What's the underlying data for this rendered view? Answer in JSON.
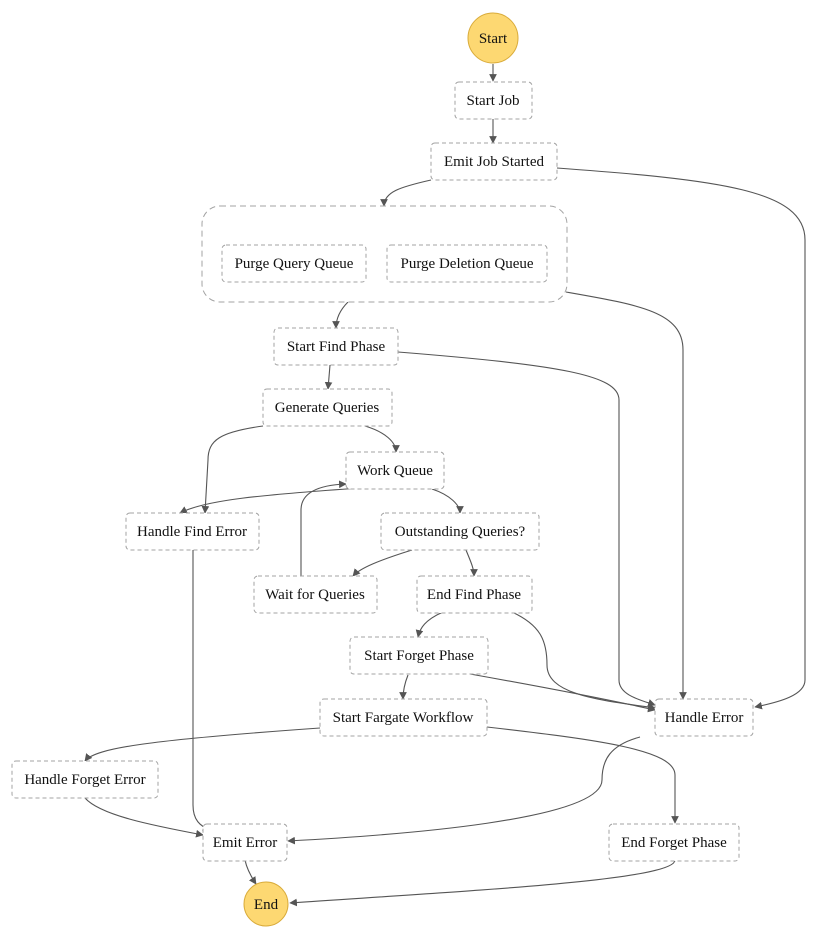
{
  "diagram": {
    "start_label": "Start",
    "end_label": "End",
    "states": {
      "start_job": "Start Job",
      "emit_job_started": "Emit Job Started",
      "purge_query_queue": "Purge Query Queue",
      "purge_deletion_queue": "Purge Deletion Queue",
      "start_find_phase": "Start Find Phase",
      "generate_queries": "Generate Queries",
      "work_queue": "Work Queue",
      "handle_find_error": "Handle Find Error",
      "outstanding_queries": "Outstanding Queries?",
      "wait_for_queries": "Wait for Queries",
      "end_find_phase": "End Find Phase",
      "start_forget_phase": "Start Forget Phase",
      "start_fargate_workflow": "Start Fargate Workflow",
      "handle_error": "Handle Error",
      "handle_forget_error": "Handle Forget Error",
      "emit_error": "Emit Error",
      "end_forget_phase": "End Forget Phase"
    }
  }
}
